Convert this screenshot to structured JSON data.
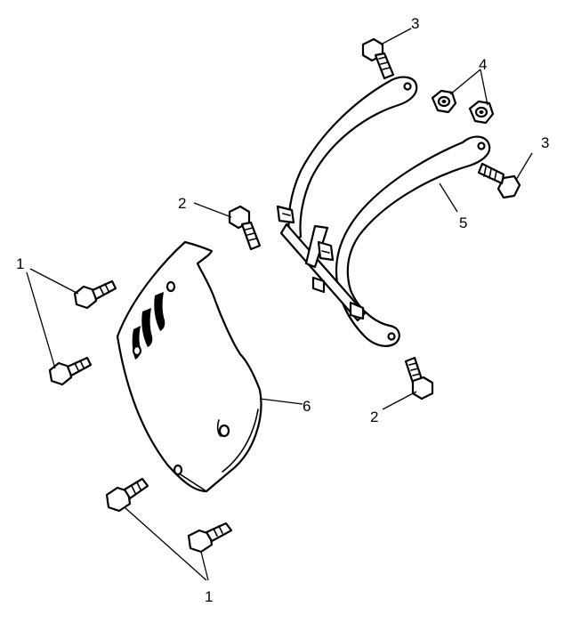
{
  "diagram": {
    "callouts": [
      {
        "id": "c1-top",
        "text": "1"
      },
      {
        "id": "c1-bottom",
        "text": "1"
      },
      {
        "id": "c2-left",
        "text": "2"
      },
      {
        "id": "c2-right",
        "text": "2"
      },
      {
        "id": "c3-top",
        "text": "3"
      },
      {
        "id": "c3-right",
        "text": "3"
      },
      {
        "id": "c4",
        "text": "4"
      },
      {
        "id": "c5",
        "text": "5"
      },
      {
        "id": "c6",
        "text": "6"
      }
    ]
  }
}
